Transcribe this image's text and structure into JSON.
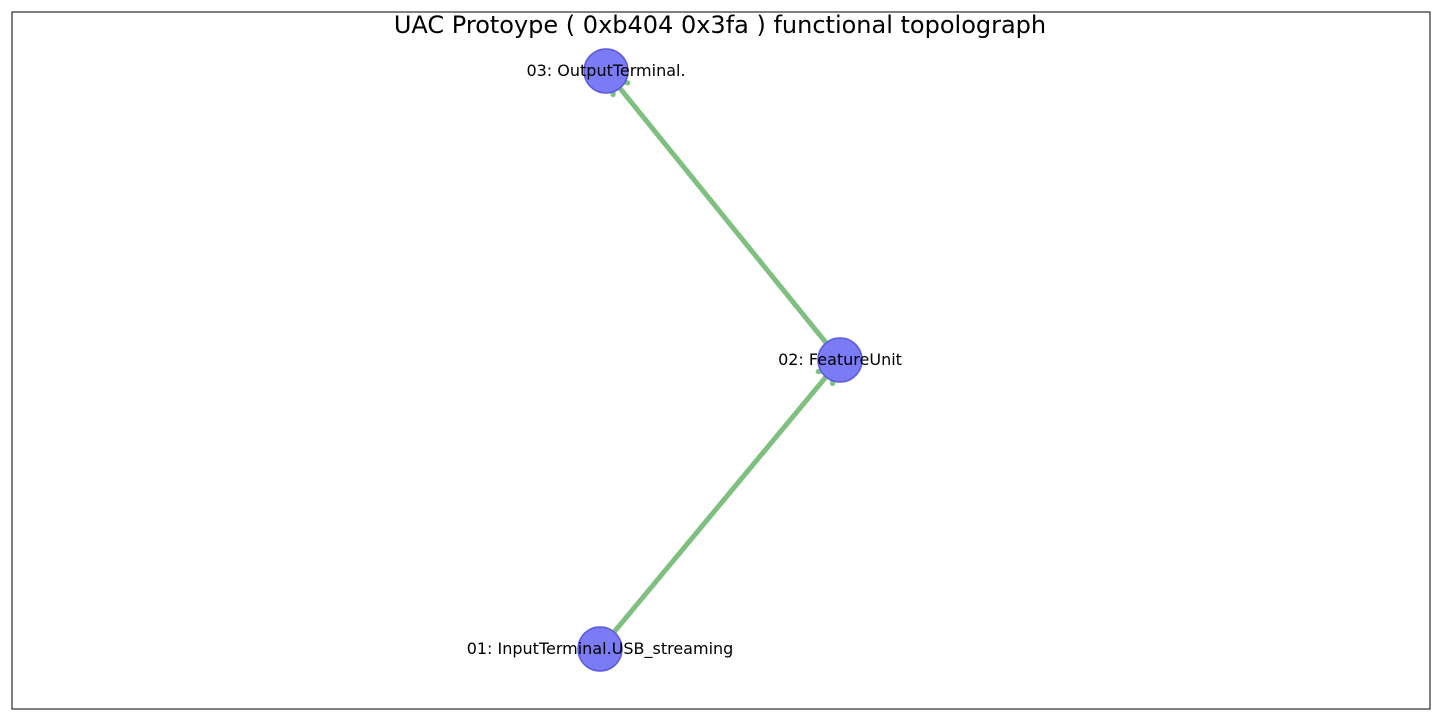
{
  "title": "UAC Protoype ( 0xb404 0x3fa ) functional topolograph",
  "colors": {
    "node_fill": "#7b7bf5",
    "node_stroke": "#5a5ae0",
    "edge": "#008000",
    "arrow_head": "#1f3f7f"
  },
  "nodes": [
    {
      "id": "01",
      "label": "01: InputTerminal.USB_streaming"
    },
    {
      "id": "02",
      "label": "02: FeatureUnit"
    },
    {
      "id": "03",
      "label": "03: OutputTerminal."
    }
  ],
  "edges": [
    {
      "from": "01",
      "to": "02"
    },
    {
      "from": "02",
      "to": "03"
    }
  ]
}
